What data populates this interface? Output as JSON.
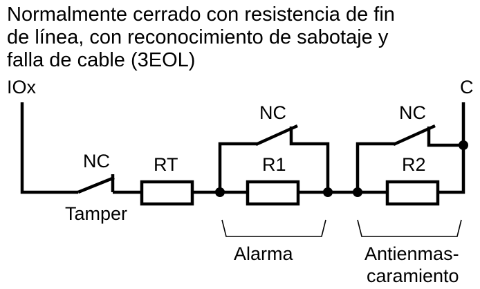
{
  "title": {
    "lines": [
      "Normalmente cerrado con resistencia de fin",
      "de línea, con reconocimiento de sabotaje y",
      "falla de cable (3EOL)"
    ]
  },
  "terminals": {
    "left": "IOx",
    "right": "C"
  },
  "components": {
    "tamper_switch": {
      "type": "NC",
      "label": "Tamper"
    },
    "rt": {
      "label": "RT"
    },
    "r1": {
      "label": "R1"
    },
    "r1_switch": {
      "type": "NC"
    },
    "r2": {
      "label": "R2"
    },
    "r2_switch": {
      "type": "NC"
    }
  },
  "groups": {
    "alarm": {
      "label": "Alarma"
    },
    "antimask": {
      "label_lines": [
        "Antienmas-",
        "caramiento"
      ]
    }
  },
  "colors": {
    "line": "#000000",
    "background": "#ffffff"
  }
}
